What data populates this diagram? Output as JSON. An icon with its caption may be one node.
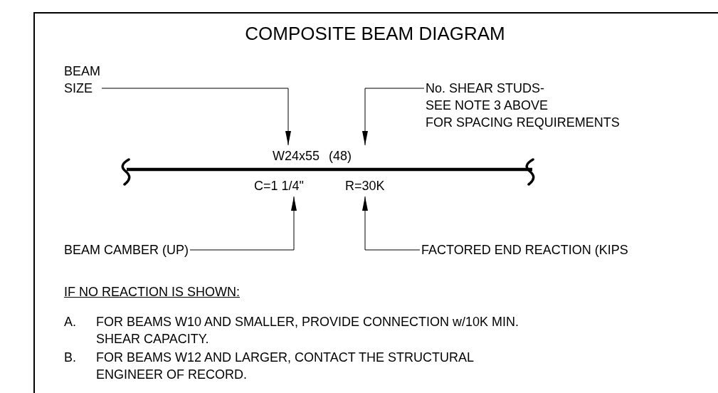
{
  "diagram": {
    "title": "COMPOSITE BEAM DIAGRAM",
    "nodes": [
      {
        "text": [
          "BEAM SIZE"
        ]
      },
      {
        "text": [
          "W24x55"
        ]
      },
      {
        "text": [
          "(48)"
        ]
      },
      {
        "text": [
          "No. SHEAR STUDS- SEE NOTE 3 ABOVE FOR SPACING REQUIREMENTS"
        ]
      },
      {
        "text": [
          "C=1 1/4\""
        ]
      },
      {
        "text": [
          "R=30K"
        ]
      },
      {
        "text": [
          "BEAM CAMBER (UP)"
        ]
      },
      {
        "text": [
          "FACTORED END REACTION (KIPS"
        ]
      }
    ],
    "edges": [
      {
        "from": 0,
        "to": 1,
        "arrow": "to"
      },
      {
        "from": 3,
        "to": 2,
        "arrow": "to"
      },
      {
        "from": 6,
        "to": 4,
        "arrow": "to"
      },
      {
        "from": 7,
        "to": 5,
        "arrow": "to"
      }
    ],
    "labels": [
      "IF NO REACTION IS SHOWN:",
      "A.",
      "FOR BEAMS W10 AND SMALLER, PROVIDE CONNECTION w/10K MIN. SHEAR CAPACITY.",
      "B.",
      "FOR BEAMS W12 AND LARGER, CONTACT THE STRUCTURAL ENGINEER OF RECORD."
    ]
  }
}
